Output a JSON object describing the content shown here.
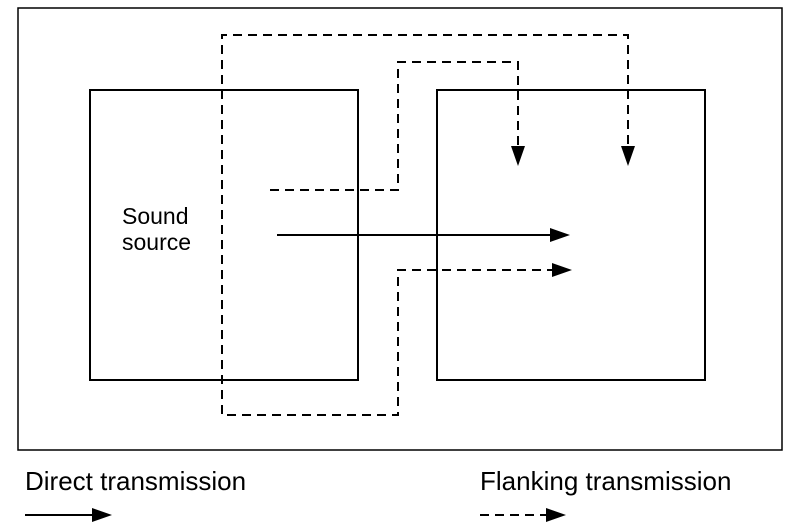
{
  "diagram": {
    "sound_source": {
      "line1": "Sound",
      "line2": "source"
    },
    "legend": {
      "direct": {
        "label": "Direct transmission",
        "style": "solid-arrow"
      },
      "flanking": {
        "label": "Flanking transmission",
        "style": "dashed-arrow"
      }
    },
    "colors": {
      "line": "#000000",
      "background": "#ffffff"
    }
  }
}
